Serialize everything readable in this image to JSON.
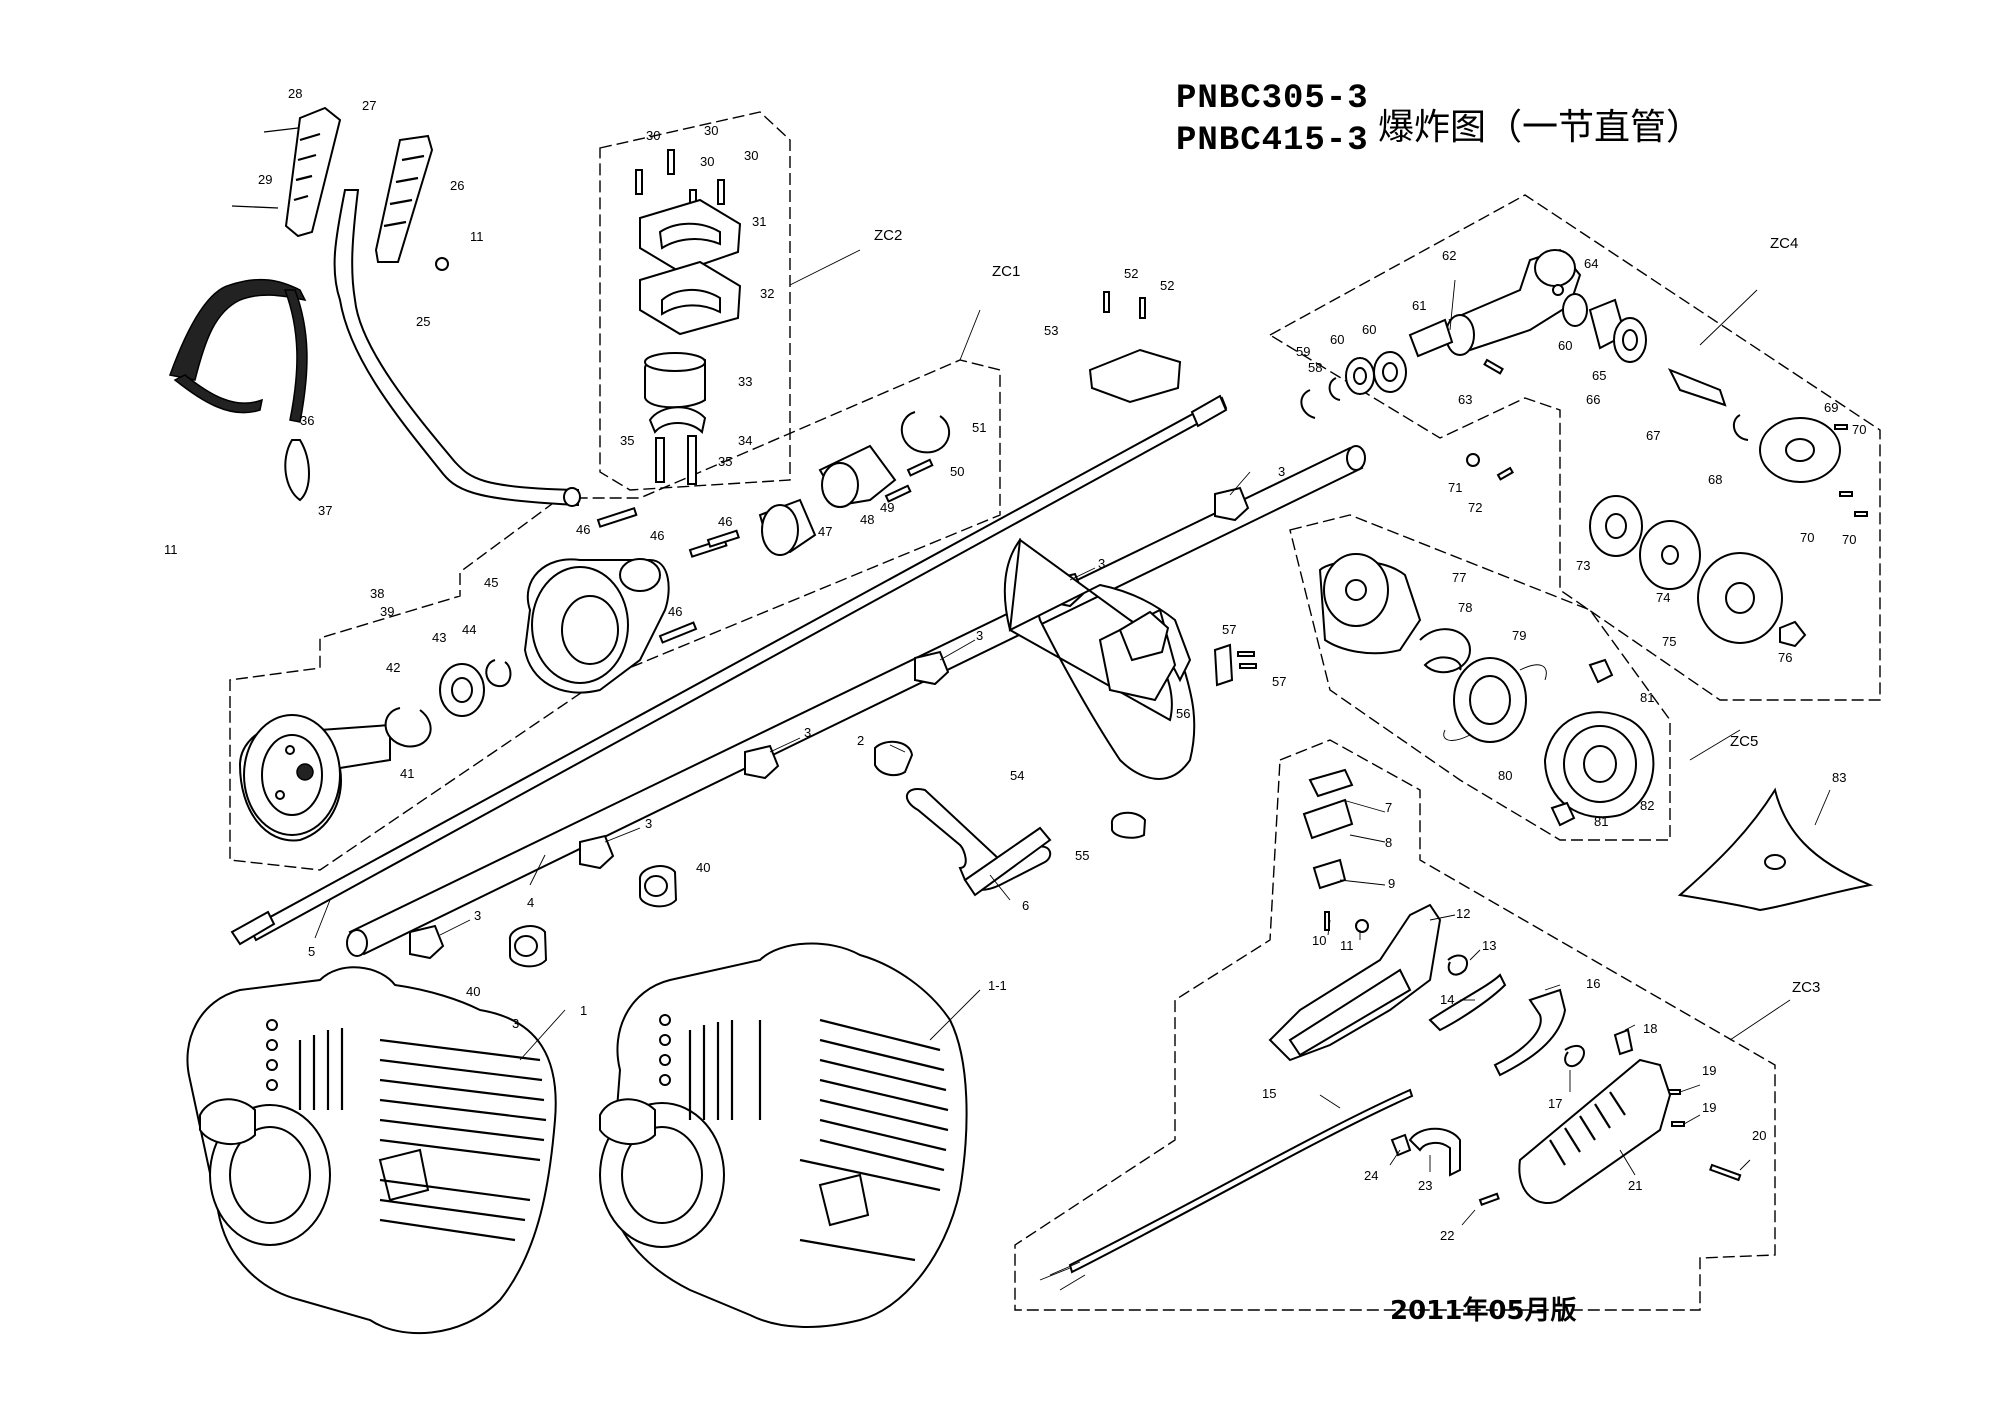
{
  "title": {
    "models": [
      "PNBC305-3",
      "PNBC415-3"
    ],
    "subtitle": "爆炸图（一节直管）"
  },
  "edition": "2011年05月版",
  "groups": [
    "ZC1",
    "ZC2",
    "ZC3",
    "ZC4",
    "ZC5"
  ],
  "callouts": [
    "1",
    "1-1",
    "2",
    "3",
    "3",
    "3",
    "3",
    "3",
    "3",
    "3",
    "4",
    "5",
    "6",
    "7",
    "8",
    "9",
    "10",
    "11",
    "11",
    "11",
    "12",
    "13",
    "14",
    "15",
    "16",
    "17",
    "18",
    "19",
    "19",
    "20",
    "21",
    "22",
    "23",
    "24",
    "25",
    "26",
    "27",
    "28",
    "29",
    "30",
    "30",
    "30",
    "30",
    "31",
    "32",
    "33",
    "34",
    "35",
    "35",
    "36",
    "37",
    "38",
    "39",
    "40",
    "40",
    "41",
    "42",
    "43",
    "44",
    "45",
    "46",
    "46",
    "46",
    "46",
    "47",
    "48",
    "49",
    "50",
    "51",
    "52",
    "52",
    "53",
    "54",
    "55",
    "56",
    "57",
    "57",
    "58",
    "59",
    "60",
    "60",
    "60",
    "61",
    "62",
    "63",
    "64",
    "65",
    "66",
    "67",
    "68",
    "69",
    "70",
    "70",
    "70",
    "71",
    "72",
    "73",
    "74",
    "75",
    "76",
    "77",
    "78",
    "79",
    "80",
    "81",
    "81",
    "82",
    "83"
  ]
}
